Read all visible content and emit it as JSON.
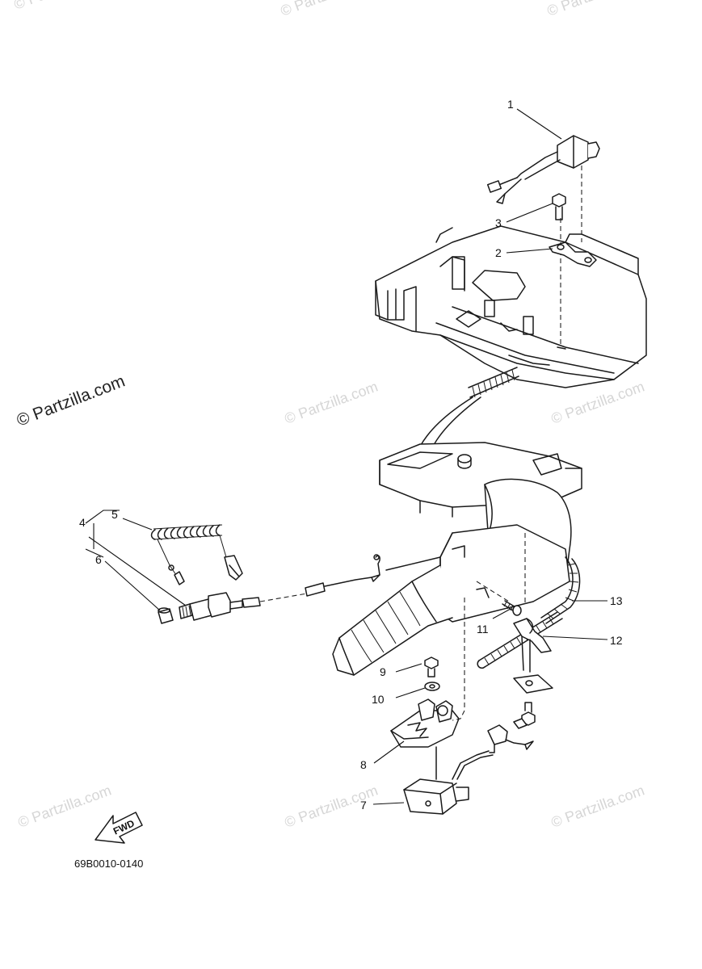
{
  "diagram": {
    "watermark_text": "© Partzilla.com",
    "figure_code": "69B0010-0140",
    "fwd_label": "FWD",
    "callouts": [
      {
        "id": "1",
        "label": "1"
      },
      {
        "id": "2",
        "label": "2"
      },
      {
        "id": "3",
        "label": "3"
      },
      {
        "id": "4",
        "label": "4"
      },
      {
        "id": "5",
        "label": "5"
      },
      {
        "id": "6",
        "label": "6"
      },
      {
        "id": "7",
        "label": "7"
      },
      {
        "id": "8",
        "label": "8"
      },
      {
        "id": "9",
        "label": "9"
      },
      {
        "id": "10",
        "label": "10"
      },
      {
        "id": "11",
        "label": "11"
      },
      {
        "id": "12",
        "label": "12"
      },
      {
        "id": "13",
        "label": "13"
      }
    ]
  }
}
